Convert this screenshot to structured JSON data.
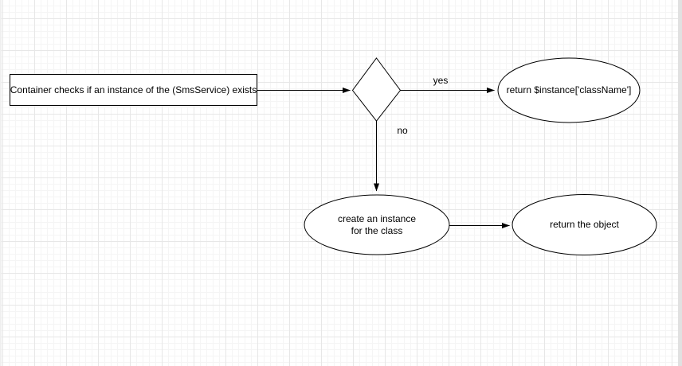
{
  "canvas": {
    "background_color": "#ffffff",
    "grid_minor_color": "#f5f5f5",
    "grid_major_color": "#e7e7e7",
    "scrollbar_color": "#e1e1e1"
  },
  "colors": {
    "shape_fill": "#ffffff",
    "shape_stroke": "#000000",
    "text": "#000000"
  },
  "nodes": {
    "process": {
      "type": "rectangle",
      "label": "Container checks if an instance of the (SmsService) exists"
    },
    "decision": {
      "type": "diamond",
      "label": ""
    },
    "return_instance": {
      "type": "ellipse",
      "label": "return $instance['className']"
    },
    "create_instance": {
      "type": "ellipse",
      "label": "create an instance for the class"
    },
    "return_object": {
      "type": "ellipse",
      "label": "return the object"
    }
  },
  "edges": {
    "process_to_decision": {
      "label": ""
    },
    "yes": {
      "label": "yes"
    },
    "no": {
      "label": "no"
    },
    "create_to_return": {
      "label": ""
    }
  }
}
